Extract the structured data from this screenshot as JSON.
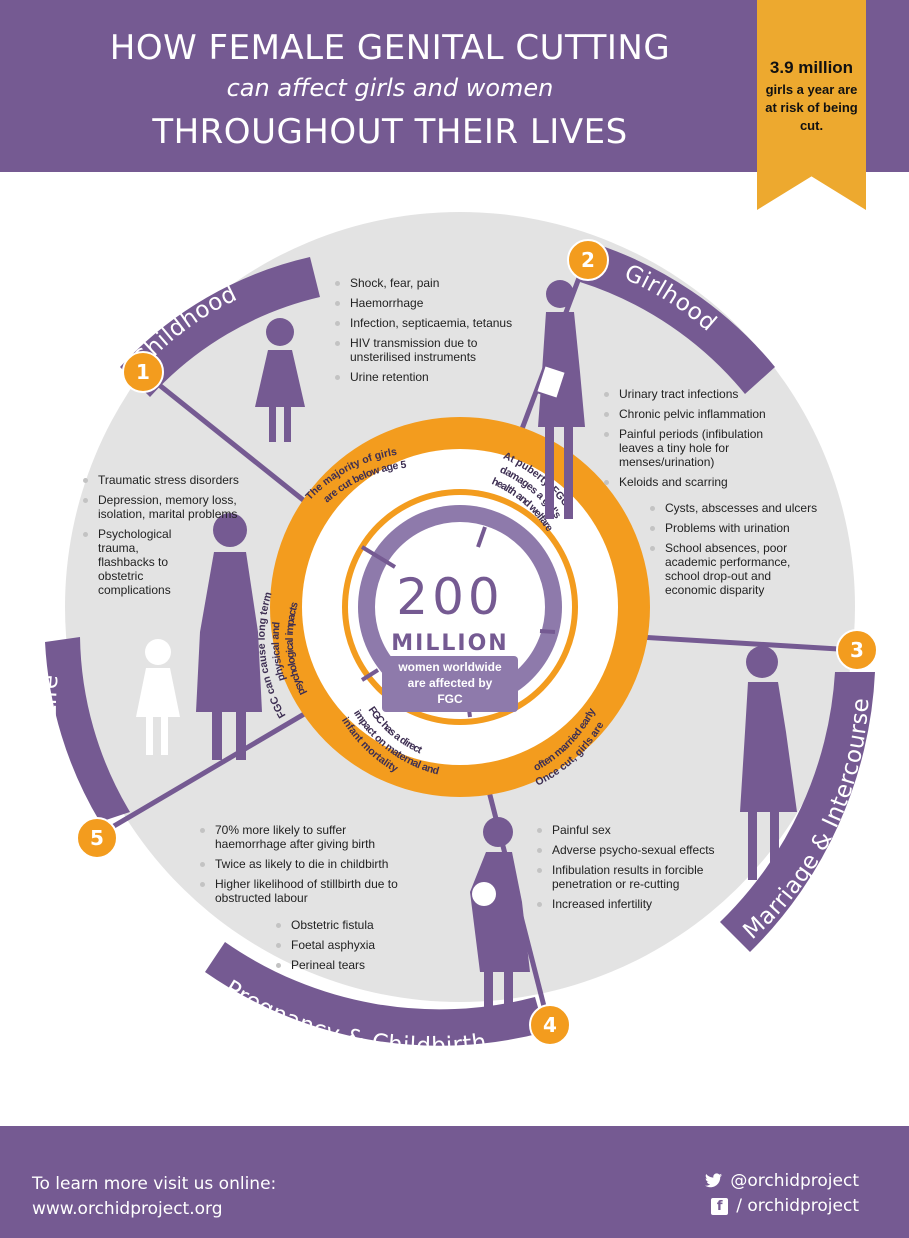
{
  "header": {
    "line1": "HOW FEMALE GENITAL CUTTING",
    "line2": "can affect girls and women",
    "line3": "THROUGHOUT THEIR LIVES"
  },
  "ribbon": {
    "big": "3.9 million",
    "small": "girls a year are at risk of being cut."
  },
  "stages": [
    {
      "num": "1",
      "label": "Childhood"
    },
    {
      "num": "2",
      "label": "Girlhood"
    },
    {
      "num": "3",
      "label": "Marriage & Intercourse"
    },
    {
      "num": "4",
      "label": "Pregnancy & Childbirth"
    },
    {
      "num": "5",
      "label": "Later Life"
    }
  ],
  "center": {
    "number": "200",
    "million": "MILLION",
    "sub1": "women worldwide",
    "sub2": "are affected by",
    "sub3": "FGC"
  },
  "inner_ring": {
    "childhood": [
      "The majority of girls",
      "are cut below age 5"
    ],
    "girlhood": [
      "At puberty, FGC",
      "damages a girl's",
      "health and welfare"
    ],
    "marriage": [
      "Once cut, girls are",
      "often married early"
    ],
    "pregnancy": [
      "FGC has a direct",
      "impact on maternal and",
      "infant mortality"
    ],
    "later": [
      "FGC can cause long term",
      "physical and",
      "psychological impacts"
    ]
  },
  "lists": {
    "childhood": [
      "Shock, fear, pain",
      "Haemorrhage",
      "Infection, septicaemia, tetanus",
      "HIV transmission due to unsterilised instruments",
      "Urine retention"
    ],
    "girlhood_a": [
      "Urinary tract infections",
      "Chronic pelvic inflammation",
      "Painful periods (infibulation leaves a tiny hole for menses/urination)",
      "Keloids and scarring"
    ],
    "girlhood_b": [
      "Cysts, abscesses and ulcers",
      "Problems with urination",
      "School absences, poor academic performance, school drop-out and economic disparity"
    ],
    "later": [
      "Traumatic stress disorders",
      "Depression, memory loss, isolation, marital problems",
      "Psychological trauma, flashbacks to obstetric complications"
    ],
    "pregnancy_a": [
      "70% more likely to suffer haemorrhage after giving birth",
      "Twice as likely to die in childbirth",
      "Higher likelihood of stillbirth due to obstructed labour"
    ],
    "pregnancy_b": [
      "Obstetric fistula",
      "Foetal asphyxia",
      "Perineal tears"
    ],
    "marriage": [
      "Painful sex",
      "Adverse psycho-sexual effects",
      "Infibulation results in forcible penetration or re-cutting",
      "Increased infertility"
    ]
  },
  "footer": {
    "line1": "To learn more visit us online:",
    "line2": "www.orchidproject.org",
    "twitter": "@orchidproject",
    "facebook": "/ orchidproject"
  },
  "colors": {
    "purple": "#755a92",
    "orange": "#f39c1e",
    "gold": "#eda92f",
    "grey": "#e3e3e3"
  },
  "icons": [
    "twitter-icon",
    "facebook-icon"
  ]
}
